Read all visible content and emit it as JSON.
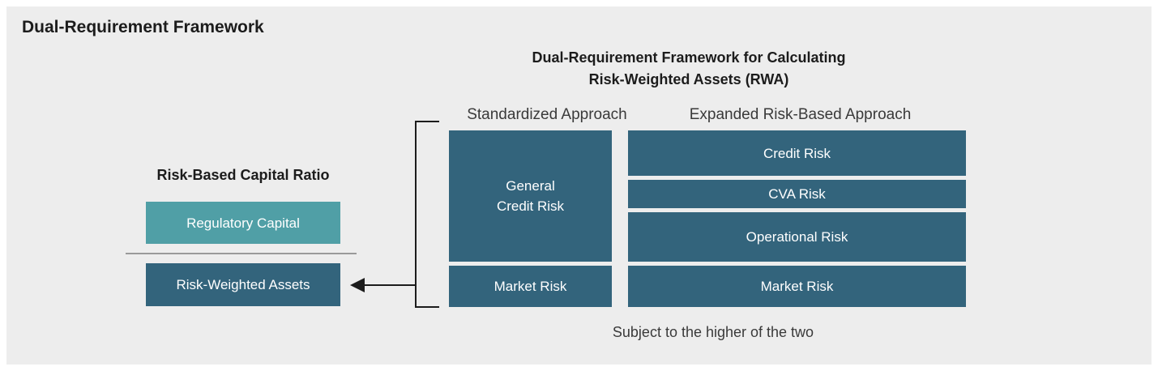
{
  "page_title": "Dual-Requirement Framework",
  "diagram": {
    "title_lines": [
      "Dual-Requirement Framework for Calculating",
      "Risk-Weighted Assets (RWA)"
    ],
    "ratio": {
      "title": "Risk-Based Capital Ratio",
      "numerator": "Regulatory Capital",
      "denominator": "Risk-Weighted Assets"
    },
    "standardized": {
      "heading": "Standardized Approach",
      "general_credit_lines": [
        "General",
        "Credit Risk"
      ],
      "market_risk": "Market Risk"
    },
    "expanded": {
      "heading": "Expanded Risk-Based Approach",
      "credit_risk": "Credit Risk",
      "cva_risk": "CVA Risk",
      "operational_risk": "Operational Risk",
      "market_risk": "Market Risk"
    },
    "footnote": "Subject to the higher of the two"
  },
  "colors": {
    "background": "#ededed",
    "navy": "#33647c",
    "teal": "#509fa6",
    "text": "#1c1c1c"
  }
}
